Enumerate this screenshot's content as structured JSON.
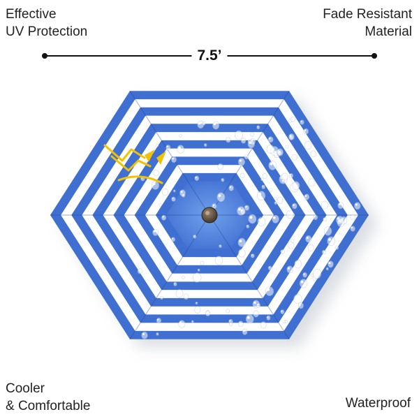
{
  "features": {
    "uv_protection": {
      "line1": "Effective",
      "line2": "UV Protection"
    },
    "fade_resistant": {
      "line1": "Fade Resistant",
      "line2": "Material"
    },
    "cooler": {
      "line1": "Cooler",
      "line2": "& Comfortable"
    },
    "waterproof": {
      "label": "Waterproof"
    }
  },
  "dimension": {
    "label": "7.5’"
  },
  "colors": {
    "stripe_blue": "#3f6fd1",
    "stripe_white": "#ffffff",
    "sun_ray": "#f2c200",
    "hub": "#6b5a48",
    "text": "#222222"
  },
  "icons": [
    "sun-ray-arrows-icon",
    "water-droplets",
    "center-hub"
  ]
}
